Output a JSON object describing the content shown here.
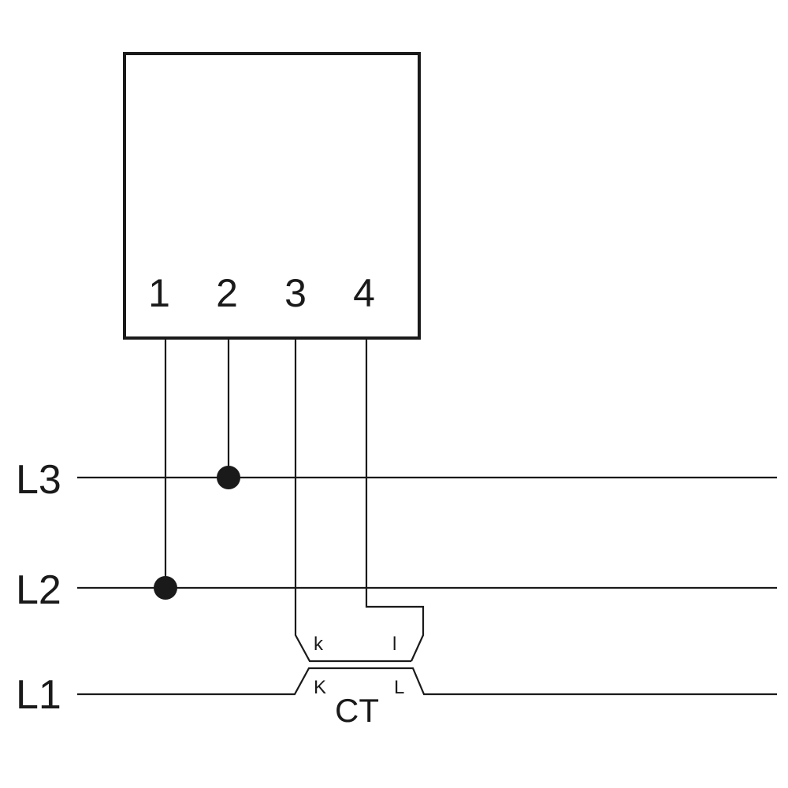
{
  "device": {
    "terminals": [
      "1",
      "2",
      "3",
      "4"
    ]
  },
  "lines": {
    "l3": "L3",
    "l2": "L2",
    "l1": "L1"
  },
  "ct": {
    "label": "CT",
    "secondary_k": "k",
    "secondary_l": "l",
    "primary_k": "K",
    "primary_l": "L"
  },
  "colors": {
    "stroke": "#1a1a1a",
    "background": "#ffffff"
  }
}
